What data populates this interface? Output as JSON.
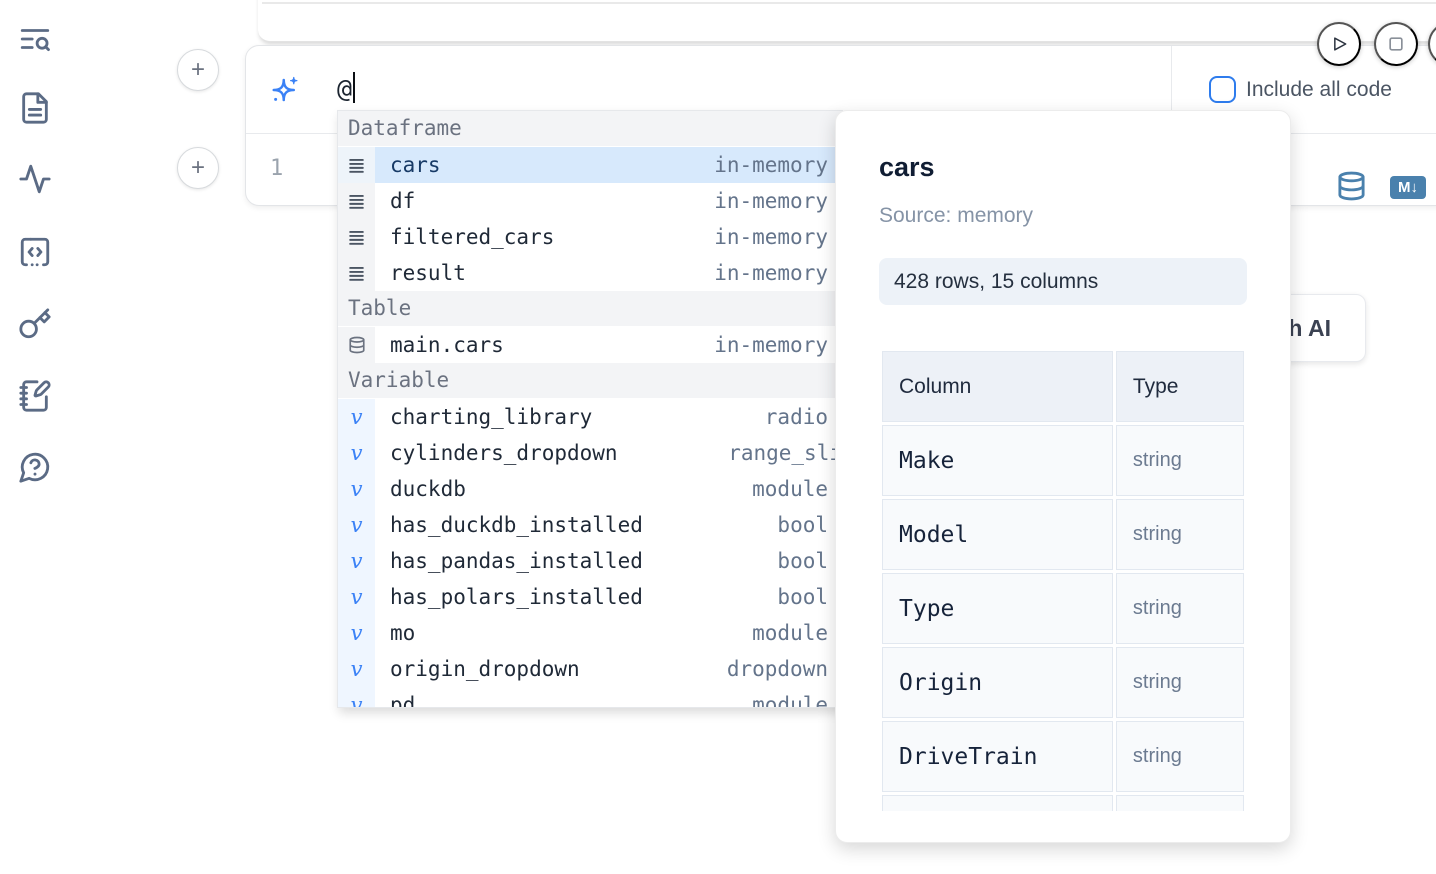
{
  "sidebar": {
    "icons": [
      "text-search-icon",
      "file-text-icon",
      "activity-icon",
      "code-snippet-icon",
      "key-icon",
      "notebook-pen-icon",
      "help-chat-icon"
    ]
  },
  "cell": {
    "add_cell_label": "+",
    "ai_input": {
      "value": "@"
    },
    "include_all_code_label": "Include all code",
    "line_number": "1",
    "markdown_badge": "M↓"
  },
  "autocomplete": {
    "variable_glyph": "v",
    "sections": [
      {
        "label": "Dataframe",
        "items": [
          {
            "name": "cars",
            "detail": "in-memory"
          },
          {
            "name": "df",
            "detail": "in-memory"
          },
          {
            "name": "filtered_cars",
            "detail": "in-memory"
          },
          {
            "name": "result",
            "detail": "in-memory"
          }
        ]
      },
      {
        "label": "Table",
        "items": [
          {
            "name": "main.cars",
            "detail": "in-memory"
          }
        ]
      },
      {
        "label": "Variable",
        "items": [
          {
            "name": "charting_library",
            "detail": "radio"
          },
          {
            "name": "cylinders_dropdown",
            "detail": "range_sli"
          },
          {
            "name": "duckdb",
            "detail": "module"
          },
          {
            "name": "has_duckdb_installed",
            "detail": "bool"
          },
          {
            "name": "has_pandas_installed",
            "detail": "bool"
          },
          {
            "name": "has_polars_installed",
            "detail": "bool"
          },
          {
            "name": "mo",
            "detail": "module"
          },
          {
            "name": "origin_dropdown",
            "detail": "dropdown"
          },
          {
            "name": "pd",
            "detail": "module"
          }
        ]
      }
    ]
  },
  "preview": {
    "title": "cars",
    "source": "Source: memory",
    "shape_badge": "428 rows, 15 columns",
    "table": {
      "headers": [
        "Column",
        "Type"
      ],
      "rows": [
        [
          "Make",
          "string"
        ],
        [
          "Model",
          "string"
        ],
        [
          "Type",
          "string"
        ],
        [
          "Origin",
          "string"
        ],
        [
          "DriveTrain",
          "string"
        ]
      ]
    }
  },
  "ai_button": {
    "label": "with AI"
  },
  "colors": {
    "accent_blue": "#3b82f6",
    "steel_blue": "#4a81ad",
    "selection_blue": "#d7e9fc",
    "checkbox_blue": "#2e7ced"
  }
}
